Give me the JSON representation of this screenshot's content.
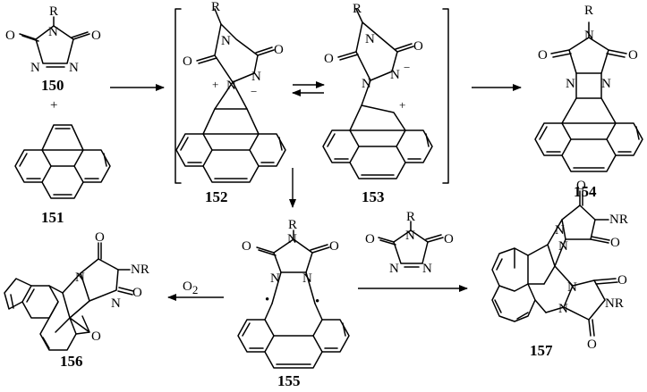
{
  "compounds": {
    "c150": "150",
    "c151": "151",
    "c152": "152",
    "c153": "153",
    "c154": "154",
    "c155": "155",
    "c156": "156",
    "c157": "157"
  },
  "atoms": {
    "r": "R",
    "n": "N",
    "o": "O",
    "nr": "NR",
    "plus": "+",
    "minus": "−",
    "radical": "•"
  },
  "reagents": {
    "oxygen": "O",
    "oxygen_sub": "2"
  }
}
